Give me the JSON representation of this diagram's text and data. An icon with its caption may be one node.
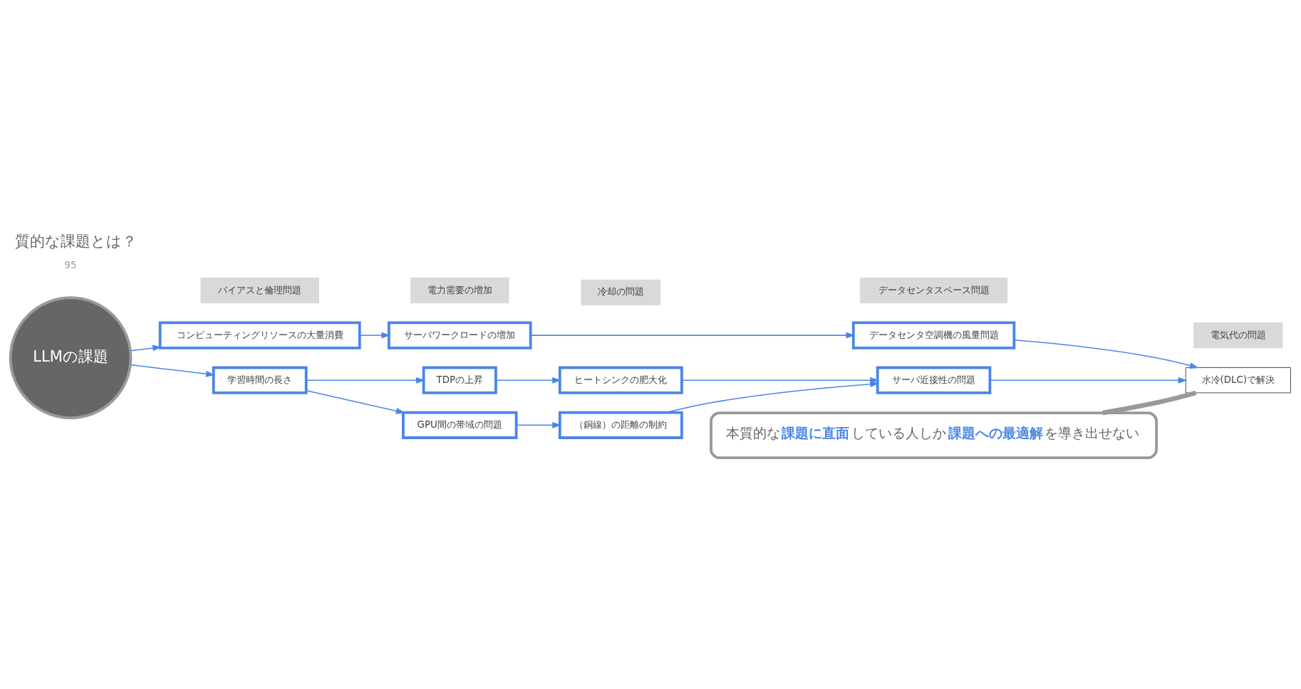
{
  "diagram": {
    "title": "質的な課題とは？",
    "nodes": [
      {
        "text": [
          "LLMの課題"
        ]
      },
      {
        "text": [
          "バイアスと倫理問題"
        ]
      },
      {
        "text": [
          "電力需要の増加"
        ]
      },
      {
        "text": [
          "電気代の問題"
        ]
      },
      {
        "text": [
          "データセンタスペース問題"
        ]
      },
      {
        "text": [
          "コンピューティングリソースの大量消費"
        ]
      },
      {
        "text": [
          "サーバワークロードの増加"
        ]
      },
      {
        "text": [
          "データセンタ空調機の風量問題"
        ]
      },
      {
        "text": [
          "学習時間の長さ"
        ]
      },
      {
        "text": [
          "TDPの上昇"
        ]
      },
      {
        "text": [
          "冷却の問題"
        ]
      },
      {
        "text": [
          "GPU間の帯域の問題"
        ]
      },
      {
        "text": [
          "ヒートシンクの肥大化"
        ]
      },
      {
        "text": [
          "（銅線）の距離の制約"
        ]
      },
      {
        "text": [
          "サーバ近接性の問題"
        ]
      },
      {
        "text": [
          "水冷(DLC)で解決"
        ]
      },
      {
        "text": [
          "本質的な**課題に直面**している人しか**課題への最適解**を導き出せない"
        ]
      }
    ],
    "edges": [
      {
        "from": 0,
        "to": 5,
        "arrow": "to"
      },
      {
        "from": 5,
        "to": 6,
        "arrow": "to"
      },
      {
        "from": 6,
        "to": 7,
        "arrow": "to"
      },
      {
        "from": 7,
        "to": 15,
        "arrow": "to"
      },
      {
        "from": 0,
        "to": 8,
        "arrow": "to"
      },
      {
        "from": 8,
        "to": 9,
        "arrow": "to"
      },
      {
        "from": 8,
        "to": 11,
        "arrow": "to"
      },
      {
        "from": 9,
        "to": 12,
        "arrow": "to"
      },
      {
        "from": 11,
        "to": 13,
        "arrow": "to"
      },
      {
        "from": 12,
        "to": 14,
        "arrow": "to"
      },
      {
        "from": 13,
        "to": 14,
        "arrow": "to"
      },
      {
        "from": 14,
        "to": 15,
        "arrow": "to"
      },
      {
        "from": 16,
        "to": 15,
        "arrow": "none",
        "style": "thick",
        "color": "#999999"
      }
    ],
    "labels": [
      "95"
    ]
  }
}
